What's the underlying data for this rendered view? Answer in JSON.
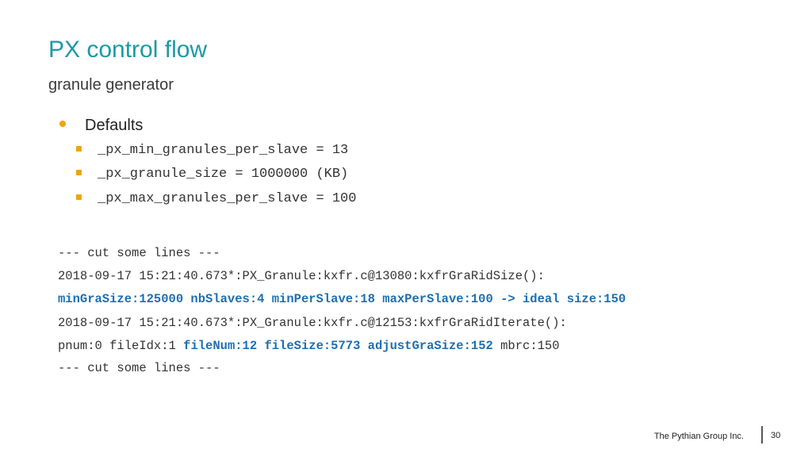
{
  "slide": {
    "title": "PX control flow",
    "subtitle": "granule generator"
  },
  "bullets": {
    "heading": "Defaults",
    "items": [
      "_px_min_granules_per_slave = 13",
      "_px_granule_size = 1000000 (KB)",
      "_px_max_granules_per_slave = 100"
    ]
  },
  "code": {
    "line1": "--- cut some lines ---",
    "line2": "2018-09-17 15:21:40.673*:PX_Granule:kxfr.c@13080:kxfrGraRidSize():",
    "line3": "minGraSize:125000 nbSlaves:4 minPerSlave:18 maxPerSlave:100 -> ideal size:150",
    "line4": "2018-09-17 15:21:40.673*:PX_Granule:kxfr.c@12153:kxfrGraRidIterate():",
    "line5_plain_a": "pnum:0 fileIdx:1 ",
    "line5_highlight": "fileNum:12 fileSize:5773 adjustGraSize:152",
    "line5_plain_b": " mbrc:150",
    "line6": "--- cut some lines ---"
  },
  "footer": {
    "company": "The Pythian Group Inc.",
    "page": "30"
  },
  "colors": {
    "title": "#1a9aa6",
    "bullet": "#f0a500",
    "highlight": "#1e6fb0"
  }
}
